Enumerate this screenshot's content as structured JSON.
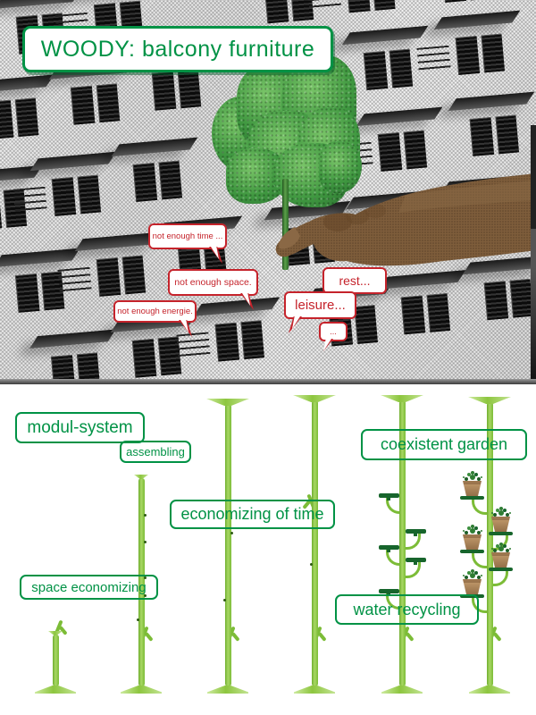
{
  "title": "WOODY: balcony furniture",
  "bubbles": {
    "time": "not enough time ...",
    "space": "not enough space.",
    "energie": "not enough energie.",
    "rest": "rest...",
    "leisure": "leisure...",
    "dots": "..."
  },
  "labels": {
    "modul_system": "modul-system",
    "assembling": "assembling",
    "economizing_of_time": "economizing of time",
    "space_economizing": "space economizing",
    "coexistent_garden": "coexistent garden",
    "water_recycling": "water recycling"
  },
  "icons": {
    "tree": "tree-in-hand-illustration",
    "hand": "hand-holding-sapling",
    "stems": "modular-green-stem-stages",
    "pots": "flower-pots-on-stem",
    "holders": "cup-holder-discs-on-stem"
  },
  "colors": {
    "brand_green": "#009245",
    "bubble_red": "#c5232b",
    "stem_green": "#8dc63f",
    "shelf_dark_green": "#17652c",
    "pot_brown": "#a87c52"
  }
}
